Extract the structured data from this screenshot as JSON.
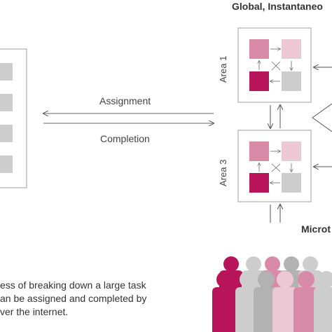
{
  "header": {
    "title": "Global, Instantaneo"
  },
  "flows": {
    "assignment": "Assignment",
    "completion": "Completion"
  },
  "areas": [
    {
      "label": "Area 1"
    },
    {
      "label": "Area 3"
    }
  ],
  "section": {
    "title": "Microt"
  },
  "caption": {
    "lines": [
      "ess of breaking down a large task",
      "an be assigned and completed by",
      "ver the internet."
    ]
  },
  "colors": {
    "magenta": "#b8145a",
    "medium_pink": "#d88aa6",
    "light_pink": "#ecc8d5",
    "gray": "#cdcdcd",
    "dark_gray": "#b2b2b2",
    "border": "#bdbdbd"
  }
}
